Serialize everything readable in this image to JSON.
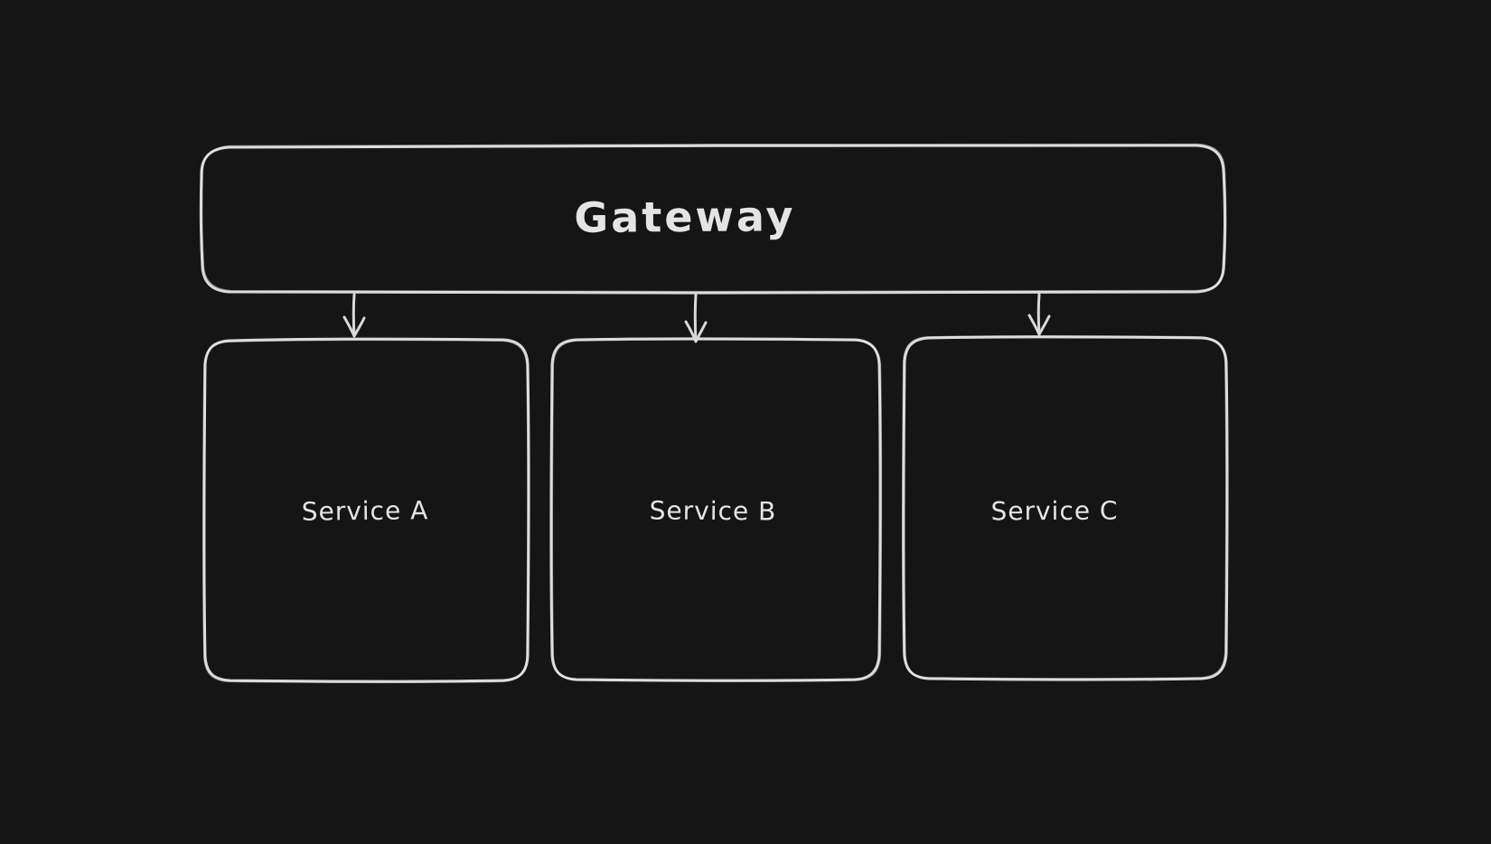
{
  "canvas": {
    "background_color": "#151515",
    "stroke_color": "#d9d9d9",
    "text_color": "#e4e4e4"
  },
  "diagram": {
    "nodes": [
      {
        "id": "gateway",
        "label": "Gateway",
        "shape": "rounded-rectangle"
      },
      {
        "id": "service-a",
        "label": "Service A",
        "shape": "rounded-rectangle"
      },
      {
        "id": "service-b",
        "label": "Service B",
        "shape": "rounded-rectangle"
      },
      {
        "id": "service-c",
        "label": "Service C",
        "shape": "rounded-rectangle"
      }
    ],
    "edges": [
      {
        "from": "gateway",
        "to": "service-a",
        "style": "arrow-down"
      },
      {
        "from": "gateway",
        "to": "service-b",
        "style": "arrow-down"
      },
      {
        "from": "gateway",
        "to": "service-c",
        "style": "arrow-down"
      }
    ]
  }
}
